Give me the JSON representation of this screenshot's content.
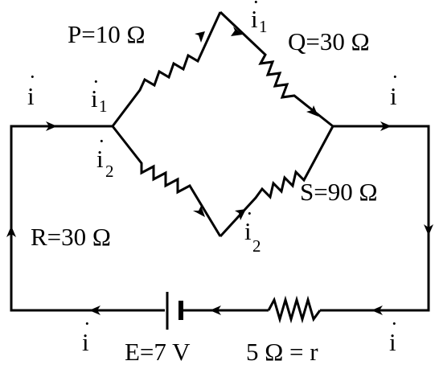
{
  "resistor_p": "P=10 Ω",
  "resistor_q": "Q=30 Ω",
  "resistor_s": "S=90 Ω",
  "resistor_r": "R=30 Ω",
  "battery": "E=7 V",
  "internal_resistance": "5 Ω = r",
  "current_total": "i",
  "current_branch1": "i",
  "current_branch1_sub": "1",
  "current_branch2": "i",
  "current_branch2_sub": "2"
}
